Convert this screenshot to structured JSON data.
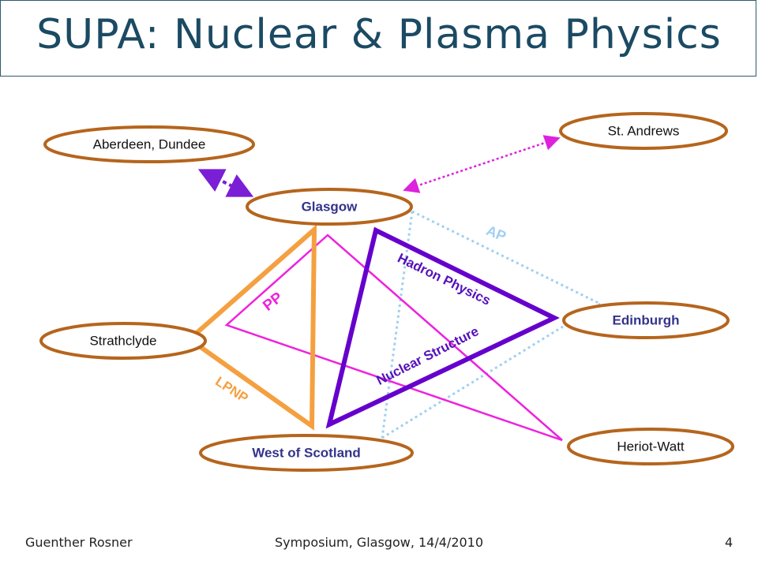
{
  "title": "SUPA: Nuclear & Plasma Physics",
  "nodes": {
    "aberdeen": "Aberdeen, Dundee",
    "standrews": "St. Andrews",
    "glasgow": "Glasgow",
    "edinburgh": "Edinburgh",
    "strathclyde": "Strathclyde",
    "westscotland": "West of Scotland",
    "heriotwatt": "Heriot-Watt"
  },
  "edge_labels": {
    "ap": "AP",
    "hadron": "Hadron Physics",
    "pp": "PP",
    "nuclear": "Nuclear Structure",
    "lpnp": "LPNP"
  },
  "colors": {
    "node_border": "#b5651d",
    "lpnp": "#f5a040",
    "pp": "#ee22dd",
    "hadron": "#6600cc",
    "ap": "#9fd0f0",
    "link_dotted": "#7a1fd6"
  },
  "footer": {
    "author": "Guenther Rosner",
    "event": "Symposium, Glasgow, 14/4/2010",
    "page": "4"
  }
}
